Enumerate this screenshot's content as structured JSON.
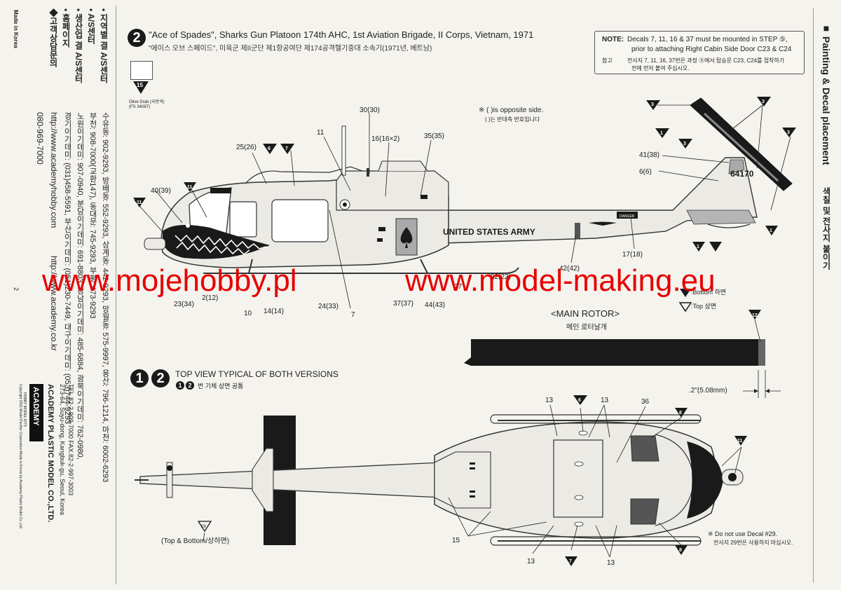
{
  "colors": {
    "ink": "#1a1a1a",
    "paper": "#f4f3ee",
    "watermark": "#e60000",
    "body_gray": "#e9e8e3"
  },
  "sidebar": {
    "title": "■ Painting & Decal placement",
    "title_kr": "색칠 및 전사지 붙이기"
  },
  "scheme2": {
    "number": "2",
    "title": "\"Ace of Spades\", Sharks Gun Platoon 174th AHC, 1st Aviation Brigade, II Corps, Vietnam, 1971",
    "title_kr": "\"에이스 오브 스페이드\", 미육군 제II군단 제1항공여단 제174공격헬기중대 소속기(1971년, 베트남)",
    "color_num": "15",
    "color_name": "Olive Drab (국방색)",
    "color_fs": "(FS 34087)"
  },
  "note": {
    "label": "NOTE:",
    "line1": "Decals 7, 11, 16 & 37 must be mounted in STEP ⑤,",
    "line2": "prior to attaching Right Cabin Side Door C23 & C24",
    "label_kr": "참고",
    "kr1": "전사지 7, 11, 16, 37번은 과정 ⑤에서 탑승문 C23, C24를 접착하기",
    "kr2": "전에 먼저 붙여 주십시오."
  },
  "opposite": {
    "en": "※ ( )is opposite side.",
    "kr": "( )는 반대측 번호입니다"
  },
  "side_labels": {
    "l30": "30(30)",
    "l11": "11",
    "l16": "16(16×2)",
    "l35": "35(35)",
    "l25": "25(26)",
    "l6a": "6",
    "l7a": "7",
    "l40": "40(39)",
    "l11b": "11",
    "l11c": "11",
    "l41": "41(38)",
    "l66": "6(6)",
    "l3a": "3",
    "l3b": "3",
    "l3c": "3",
    "l3d": "3",
    "l1a": "1",
    "l1b": "1",
    "l1v": "1",
    "l17": "17(18)",
    "l42": "42(42)",
    "l22": "22(22)",
    "l27": "27",
    "l44": "44(43)",
    "l37": "37(37)",
    "l24": "24(33)",
    "l7b": "7",
    "l14": "14(14)",
    "l10": "10",
    "l23": "23(34)",
    "l12": "2(12)",
    "tailnum": "64170",
    "army": "UNITED STATES ARMY",
    "danger": "DANGER"
  },
  "main_rotor": {
    "title": "<MAIN ROTOR>",
    "title_kr": "메인 로터날개",
    "bottom": ":Bottom 하면",
    "top": ":Top 상면",
    "dim": ".2\"(5.08mm)",
    "n12": "12"
  },
  "top_view": {
    "n1": "1",
    "n2": "2",
    "title": "TOP VIEW TYPICAL OF BOTH VERSIONS",
    "title_kr": "번 기체 상면 공통",
    "labels": {
      "a13": "13",
      "a6": "6",
      "a13b": "13",
      "a36": "36",
      "a8": "8",
      "a11": "11",
      "a15": "15",
      "b13": "13",
      "b7": "7",
      "b13b": "13",
      "b8": "8",
      "a29": "29"
    },
    "top_bottom": "(Top & Bottom/상하면)",
    "warn": "※ Do not use Decal #29.",
    "warn_kr": "전사지 29번은 사용하지 마십시오."
  },
  "left_panel": {
    "made": "Made in Korea",
    "col1": "• 지역별 결 A/S센터",
    "col2": "• A/S센터",
    "col3": "• 생산업 결 A/S센터",
    "col4": "• 홈페이지",
    "col5": "◆고객상담문의",
    "r1": "수유동: 902-9293, 방배동: 552-9293, 상계동: 442-9293, 망월동: 575-9997, 용산: 796-1214, 마천: 6002-6293",
    "r2": "부천: 908-7000(교환147), 동대문: 745-9293, 부평: 473-9293",
    "r3": "노원이기데미: 907-0940, 분당이기데미: 691-8803, 강남이기데미: 485-6884, 광복이기데미: 762-0980,",
    "r4": "경기이기데미: (031)458-5591, 부산이기데미: (051)230-7449, 대구이기데미: (053)744-9293",
    "url1": "http://www.academyhobby.com",
    "url2": "http://www.academy.co.kr",
    "phone": "080-969-7000",
    "page": "2",
    "logo": "ACADEMY",
    "logo_sub": "HOBBY MODEL KITS",
    "company": "ACADEMY PLASTIC MODEL CO.,LTD.",
    "address": "273-64, Suyu-dong, Kangbuk-gu, Seoul, Korea",
    "tel": "TEL.82-2-909-7000  FAX.82-2-997-3003",
    "copyright": "Copyright 2001 Model Pacifier Corporation  Made in Korea by Academy Plastic Model Co.,Ltd."
  },
  "watermark": {
    "a": "www.mojehobby.pl",
    "b": "www.model-making.eu"
  }
}
